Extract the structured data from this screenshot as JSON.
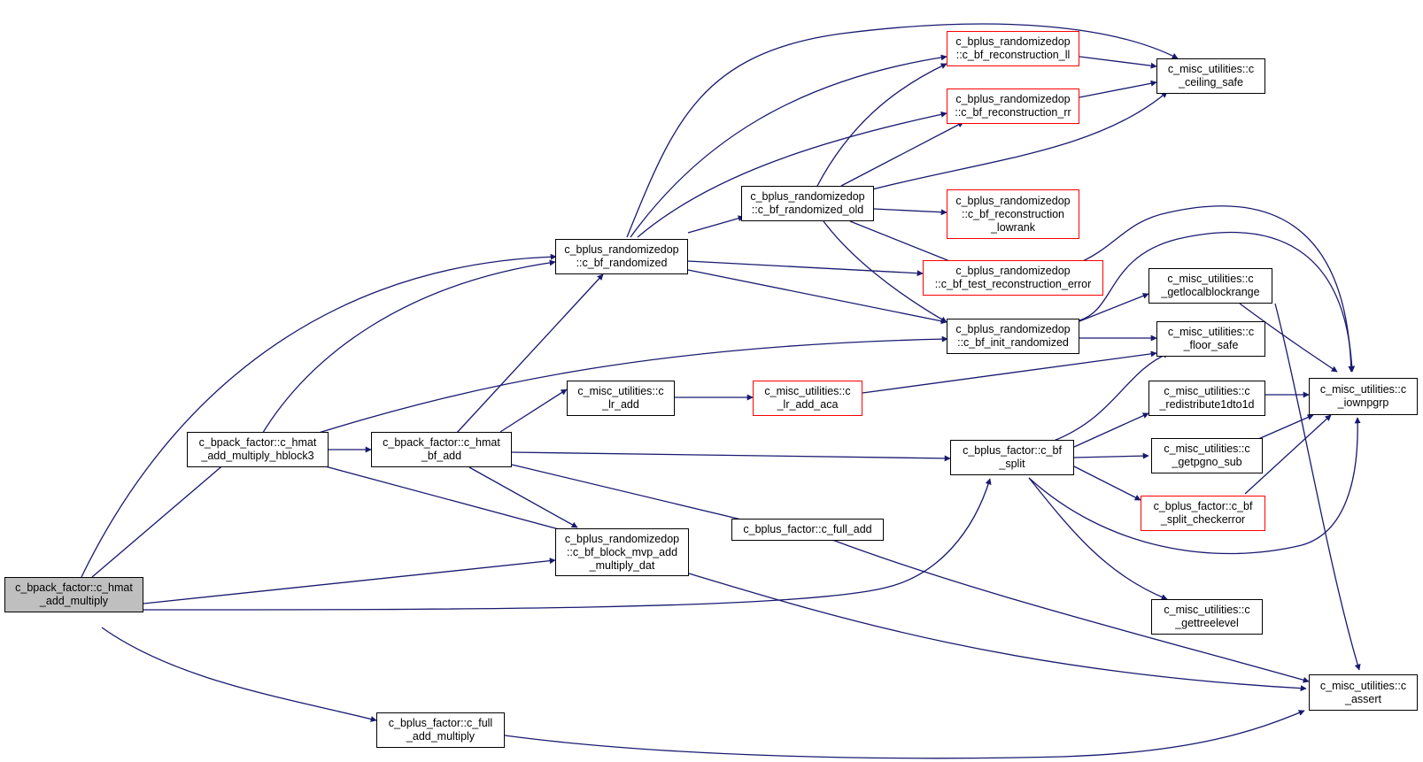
{
  "colors": {
    "edge": "#191970",
    "node_border": "#000000",
    "incomplete_border": "#ff0000",
    "root_fill": "#bfbfbf"
  },
  "nodes": {
    "root": "c_bpack_factor::c_hmat\n_add_multiply",
    "hblock3": "c_bpack_factor::c_hmat\n_add_multiply_hblock3",
    "bf_add": "c_bpack_factor::c_hmat\n_bf_add",
    "full_add_multiply": "c_bplus_factor::c_full\n_add_multiply",
    "bf_randomized": "c_bplus_randomizedop\n::c_bf_randomized",
    "block_mvp": "c_bplus_randomizedop\n::c_bf_block_mvp_add\n_multiply_dat",
    "lr_add": "c_misc_utilities::c\n_lr_add",
    "lr_add_aca": "c_misc_utilities::c\n_lr_add_aca",
    "full_add": "c_bplus_factor::c_full_add",
    "randomized_old": "c_bplus_randomizedop\n::c_bf_randomized_old",
    "recon_ll": "c_bplus_randomizedop\n::c_bf_reconstruction_ll",
    "recon_rr": "c_bplus_randomizedop\n::c_bf_reconstruction_rr",
    "recon_lowrank": "c_bplus_randomizedop\n::c_bf_reconstruction\n_lowrank",
    "test_recon": "c_bplus_randomizedop\n::c_bf_test_reconstruction_error",
    "init_randomized": "c_bplus_randomizedop\n::c_bf_init_randomized",
    "bf_split": "c_bplus_factor::c_bf\n_split",
    "ceiling_safe": "c_misc_utilities::c\n_ceiling_safe",
    "getlocalblockrange": "c_misc_utilities::c\n_getlocalblockrange",
    "floor_safe": "c_misc_utilities::c\n_floor_safe",
    "redistribute": "c_misc_utilities::c\n_redistribute1dto1d",
    "getpgno": "c_misc_utilities::c\n_getpgno_sub",
    "split_checkerror": "c_bplus_factor::c_bf\n_split_checkerror",
    "gettreelevel": "c_misc_utilities::c\n_gettreelevel",
    "iownpgrp": "c_misc_utilities::c\n_iownpgrp",
    "assert": "c_misc_utilities::c\n_assert"
  }
}
